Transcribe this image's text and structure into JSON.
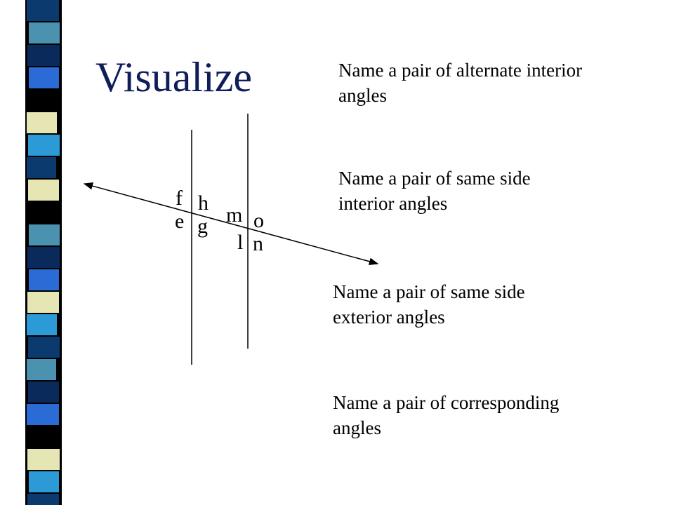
{
  "slide": {
    "title": "Visualize",
    "title_color": "#0f1e5a"
  },
  "questions": [
    {
      "line1": "Name a pair of alternate interior",
      "line2": "angles"
    },
    {
      "line1": "Name a pair of same side",
      "line2": "interior angles"
    },
    {
      "line1": "Name a pair of same side",
      "line2": "exterior angles"
    },
    {
      "line1": "Name a pair of  corresponding",
      "line2": "angles"
    }
  ],
  "diagram": {
    "angle_labels": {
      "f": "f",
      "h": "h",
      "e": "e",
      "g": "g",
      "m": "m",
      "o": "o",
      "l": "l",
      "n": "n"
    }
  },
  "decoration": {
    "stripe_colors": [
      "#0b3a6e",
      "#4a92b0",
      "#0a2a5c",
      "#2b6bd6",
      "#000000",
      "#e6e6b4",
      "#2d9ad8",
      "#0b3a6e",
      "#e6e6b4",
      "#000000",
      "#4a92b0",
      "#0a2a5c",
      "#2b6bd6",
      "#e6e6b4",
      "#2d9ad8"
    ]
  }
}
